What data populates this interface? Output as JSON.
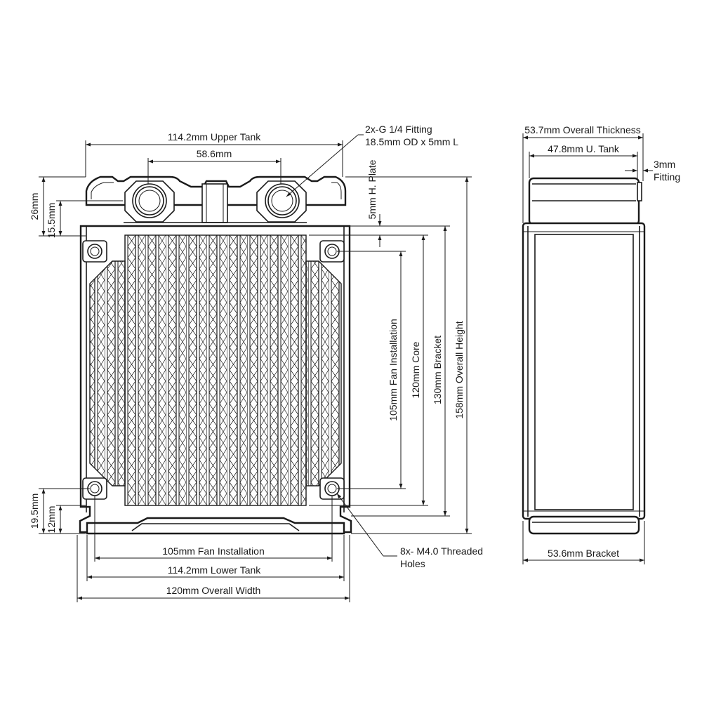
{
  "labels": {
    "upper_tank": "114.2mm Upper Tank",
    "fitting_spacing": "58.6mm",
    "fitting_callout_line1": "2x-G 1/4 Fitting",
    "fitting_callout_line2": "18.5mm OD x 5mm L",
    "h_26": "26mm",
    "h_15_5": "15.5mm",
    "h_plate": "5mm H. Plate",
    "fan_installation_v": "105mm Fan Installation",
    "core": "120mm Core",
    "bracket_v": "130mm Bracket",
    "overall_height": "158mm Overall Height",
    "h_19_5": "19.5mm",
    "h_12": "12mm",
    "fan_installation_h": "105mm Fan Installation",
    "lower_tank": "114.2mm Lower Tank",
    "overall_width": "120mm Overall Width",
    "holes_line1": "8x- M4.0 Threaded",
    "holes_line2": "Holes",
    "overall_thickness": "53.7mm Overall Thickness",
    "u_tank": "47.8mm U. Tank",
    "fitting_3mm_line1": "3mm",
    "fitting_3mm_line2": "Fitting",
    "bracket_h": "53.6mm Bracket"
  }
}
